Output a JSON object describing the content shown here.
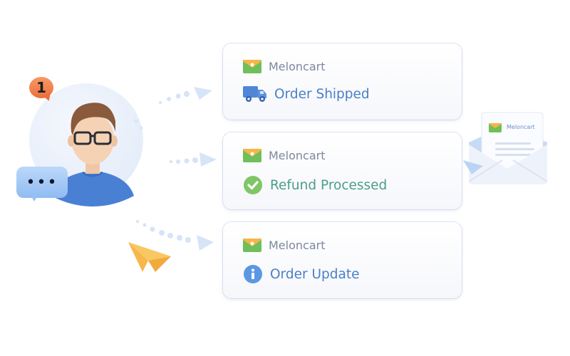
{
  "illustration": {
    "user": {
      "notification_count": "1",
      "chat_bubble": "•••"
    },
    "notifications": [
      {
        "sender": "Meloncart",
        "event": "Order Shipped",
        "event_icon": "truck-icon",
        "event_color": "#4a7fc8"
      },
      {
        "sender": "Meloncart",
        "event": "Refund Processed",
        "event_icon": "check-circle-icon",
        "event_color": "#4a9e86"
      },
      {
        "sender": "Meloncart",
        "event": "Order Update",
        "event_icon": "info-icon",
        "event_color": "#4a7fc8"
      }
    ],
    "envelope": {
      "letter_sender": "Meloncart"
    }
  },
  "colors": {
    "sender_text": "#7d879e",
    "badge_orange": "#f07a45",
    "accent_blue": "#4a7fc8",
    "accent_green": "#4a9e86",
    "plane_yellow": "#f6b84a"
  }
}
